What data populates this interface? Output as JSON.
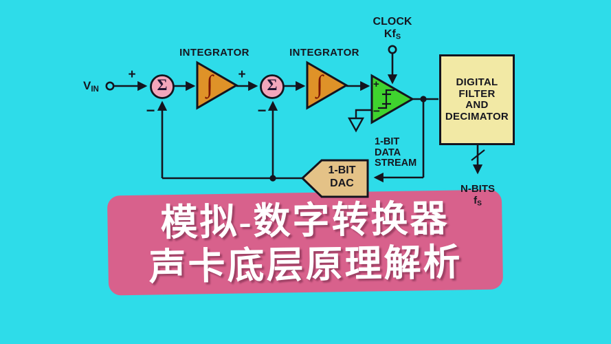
{
  "banner": {
    "line1": "模拟-数字转换器",
    "line2": "声卡底层原理解析"
  },
  "source": {
    "vin_main": "V",
    "vin_sub": "IN"
  },
  "signs": {
    "plus": "+",
    "minus": "−"
  },
  "blocks": {
    "integrator1_label": "INTEGRATOR",
    "integrator2_label": "INTEGRATOR",
    "sigma_symbol": "Σ",
    "integral_symbol": "∫",
    "digital_filter_lines": [
      "DIGITAL",
      "FILTER",
      "AND",
      "DECIMATOR"
    ],
    "dac_lines": [
      "1-BIT",
      "DAC"
    ]
  },
  "clock": {
    "line1": "CLOCK",
    "kf_main": "Kf",
    "kf_sub": "S"
  },
  "outputs": {
    "data_stream_lines": [
      "1-BIT",
      "DATA",
      "STREAM"
    ],
    "nbits": "N-BITS",
    "fs_main": "f",
    "fs_sub": "S"
  },
  "colors": {
    "background": "#2edce9",
    "wire": "#14141e",
    "summer_fill": "#f3a6bb",
    "integrator_fill": "#df9228",
    "integral_glyph": "#7c1504",
    "comparator_fill": "#3fd32e",
    "filter_box_fill": "#f2e9a5",
    "dac_fill": "#e4c287",
    "banner_fill": "#d8618c",
    "banner_text": "#ffffff",
    "label_text": "#16161f"
  }
}
